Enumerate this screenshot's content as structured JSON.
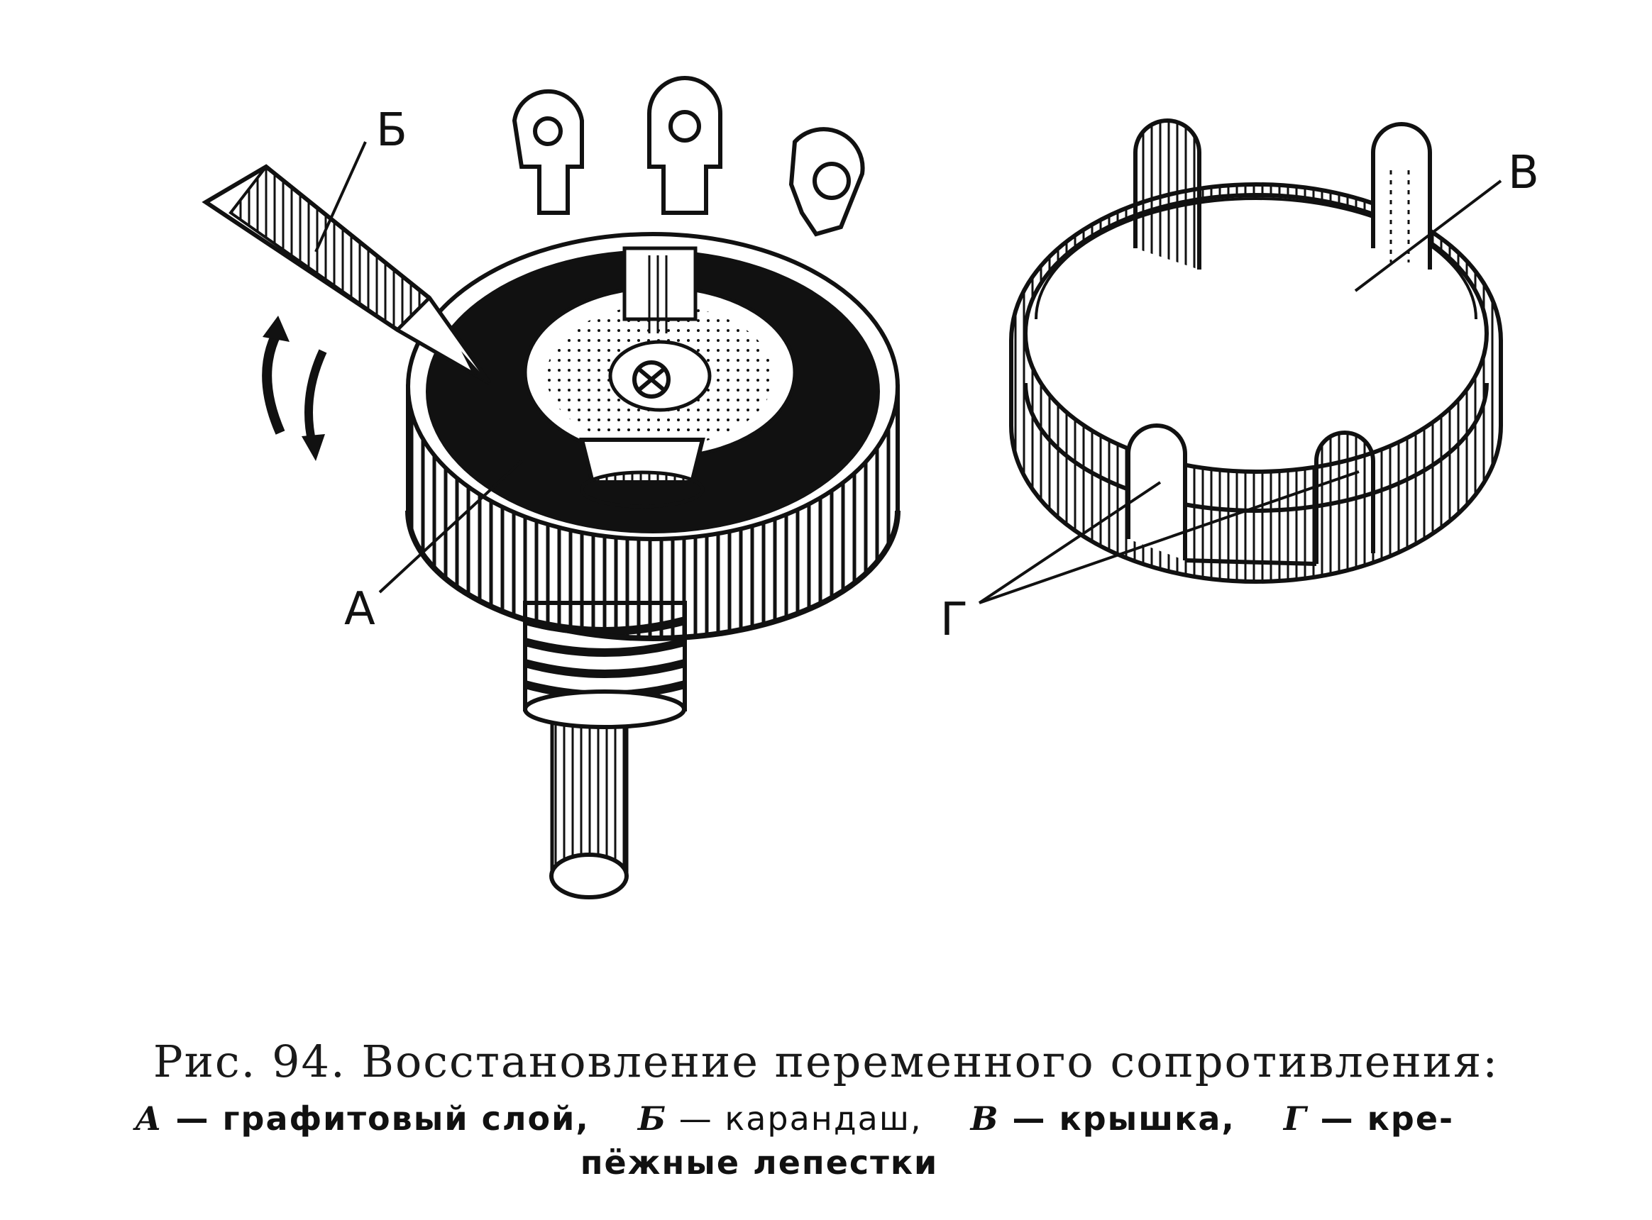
{
  "labels": {
    "a": "А",
    "b": "Б",
    "v": "В",
    "g": "Г"
  },
  "caption": {
    "title": "Рис. 94. Восстановление переменного сопротивления:",
    "legend": [
      {
        "key": "А",
        "text": " — графитовый слой,"
      },
      {
        "key": "Б",
        "text": " — карандаш,"
      },
      {
        "key": "В",
        "text": " — крышка,"
      },
      {
        "key": "Г",
        "text": " — кре-"
      }
    ],
    "legend_continuation": "пёжные лепестки"
  },
  "colors": {
    "ink": "#111111",
    "paper": "#ffffff"
  }
}
